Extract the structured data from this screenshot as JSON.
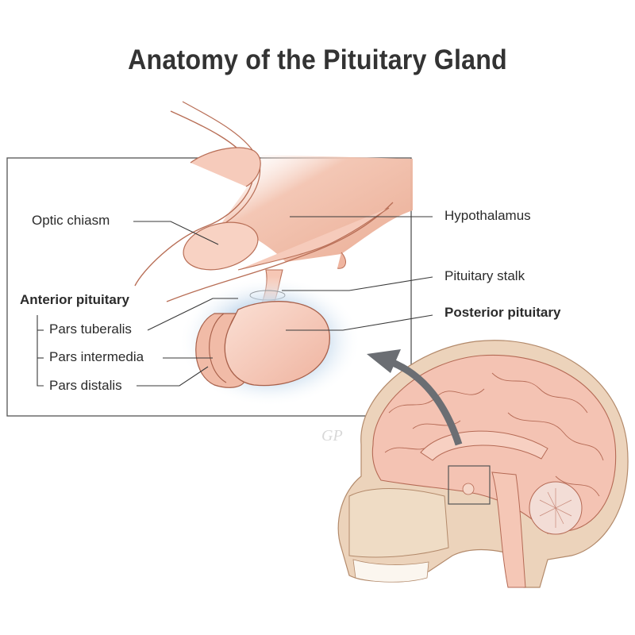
{
  "title": "Anatomy of the Pituitary Gland",
  "labels": {
    "optic_chiasm": "Optic chiasm",
    "hypothalamus": "Hypothalamus",
    "pituitary_stalk": "Pituitary stalk",
    "posterior_pituitary": "Posterior pituitary",
    "anterior_pituitary": "Anterior pituitary",
    "anterior_parts": [
      "Pars tuberalis",
      "Pars intermedia",
      "Pars distalis"
    ]
  },
  "colors": {
    "tissue": "#f5c9b8",
    "tissue_dark": "#e6a48e",
    "outline": "#a8604a",
    "bone": "#ecd3bb",
    "arrow": "#6b6e73",
    "glow": "#c9dcee",
    "line": "#3a3a3a"
  }
}
